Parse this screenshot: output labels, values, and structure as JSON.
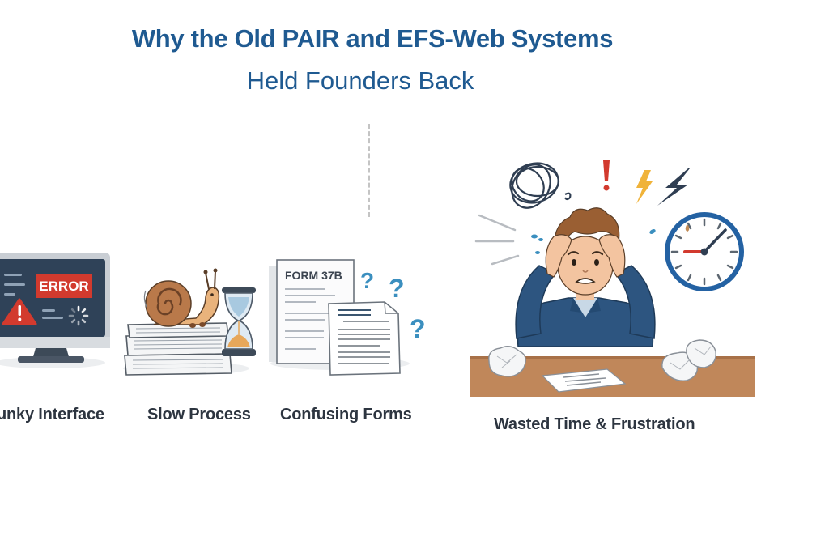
{
  "header": {
    "title": "Why the Old PAIR and EFS-Web Systems",
    "subtitle": "Held Founders Back"
  },
  "colors": {
    "title": "#1f5a91",
    "label": "#2d3540",
    "error_red": "#d23a2e",
    "screen_navy": "#2f4258",
    "question_blue": "#3b8fbf",
    "shirt_blue": "#2d5580",
    "desk_brown": "#c0875a",
    "clock_blue": "#2462a3",
    "snail_shell": "#b9794a",
    "sand": "#e7a75a"
  },
  "panels": [
    {
      "id": "clunky-interface",
      "label": "Clunky Interface",
      "visible_label": "unky Interface",
      "icon": "monitor-error-icon",
      "screen_text": "ERROR"
    },
    {
      "id": "slow-process",
      "label": "Slow Process",
      "icon": "snail-hourglass-icon"
    },
    {
      "id": "confusing-forms",
      "label": "Confusing Forms",
      "icon": "confusing-forms-icon",
      "form_title": "FORM 37B",
      "question_marks": [
        "?",
        "?",
        "?"
      ]
    },
    {
      "id": "wasted-time",
      "label": "Wasted Time & Frustration",
      "icon": "frustrated-person-icon"
    }
  ]
}
